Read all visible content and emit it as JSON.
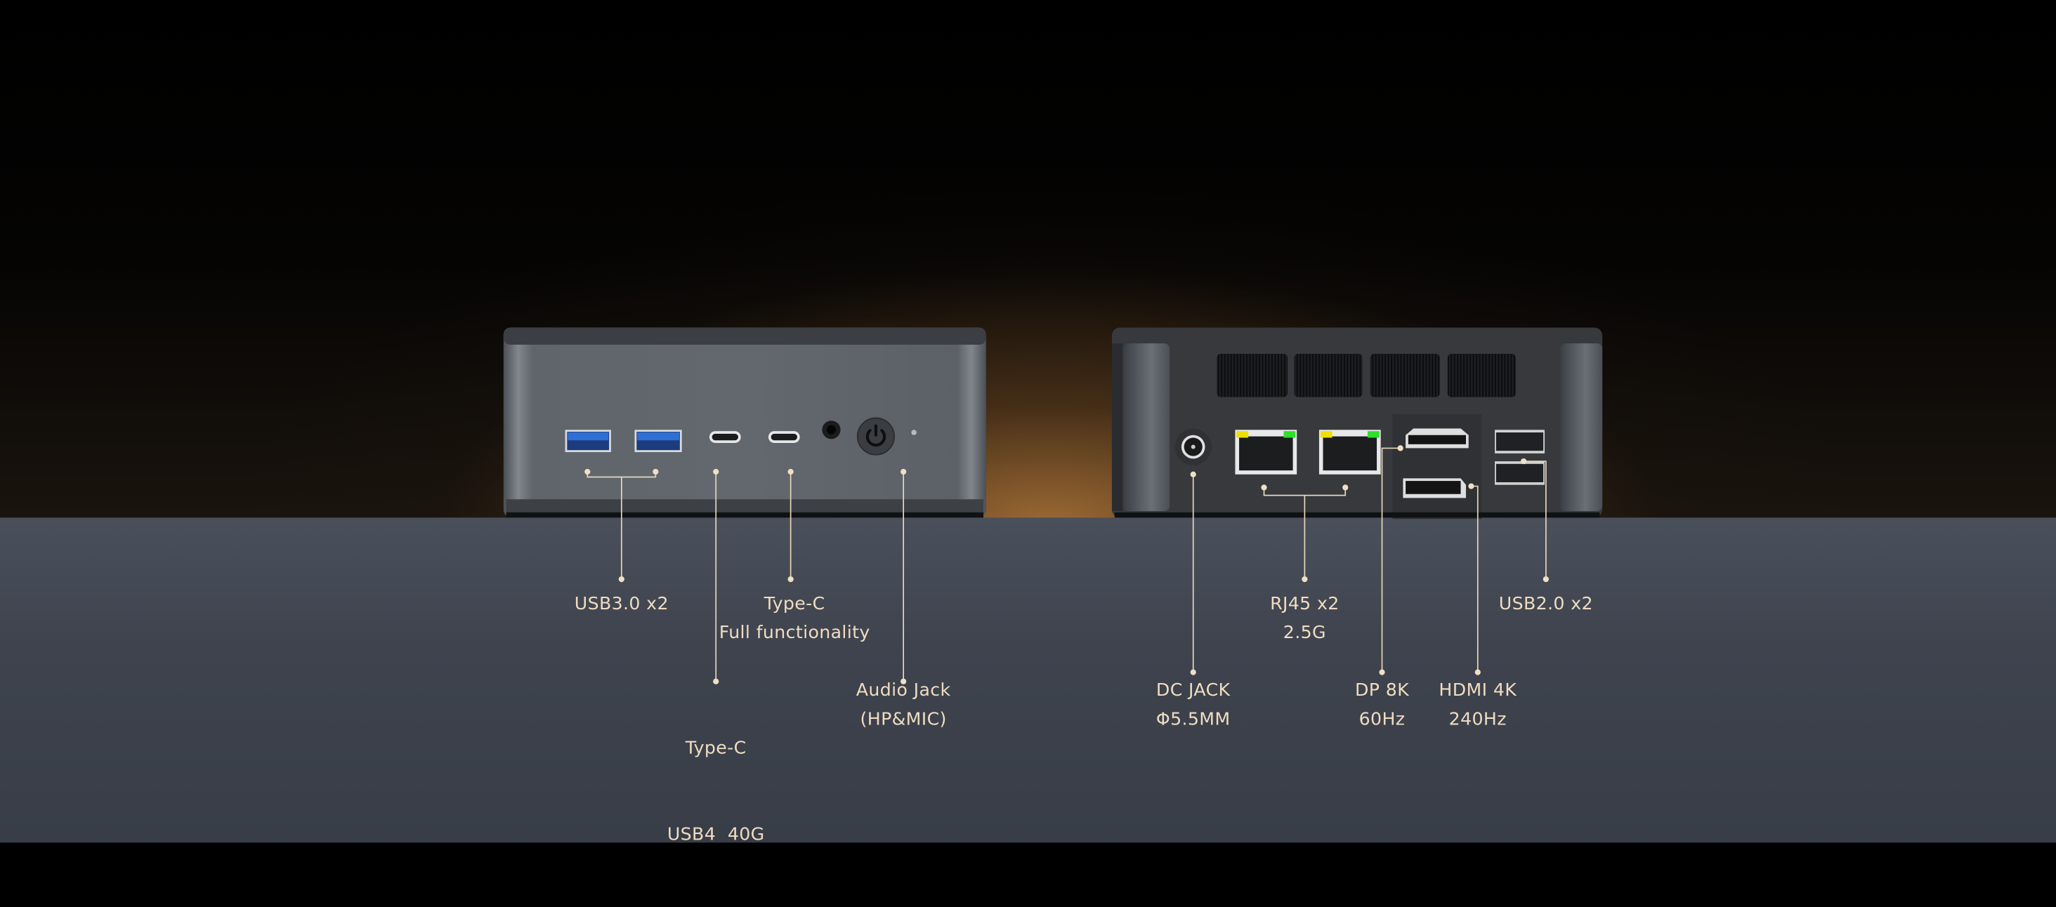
{
  "colors": {
    "label": "#efdcc0",
    "floor": "#3e434e",
    "glow": "#b2783a",
    "usb3_blue": "#2f6fd6",
    "led_yellow": "#f0e000",
    "led_green": "#2ee02a"
  },
  "front_labels": {
    "usb3": [
      "USB3.0 x2"
    ],
    "typec_full": [
      "Type-C",
      "Full functionality"
    ],
    "typec_usb4": [
      "Type-C",
      "USB4  40G"
    ],
    "audio": [
      "Audio Jack",
      "(HP&MIC)"
    ]
  },
  "rear_labels": {
    "dc": [
      "DC JACK",
      "Φ5.5MM"
    ],
    "rj45": [
      "RJ45 x2",
      "2.5G"
    ],
    "dp": [
      "DP 8K",
      "60Hz"
    ],
    "hdmi": [
      "HDMI 4K",
      "240Hz"
    ],
    "usb2": [
      "USB2.0 x2"
    ]
  },
  "icons": {
    "power": "power-icon"
  }
}
